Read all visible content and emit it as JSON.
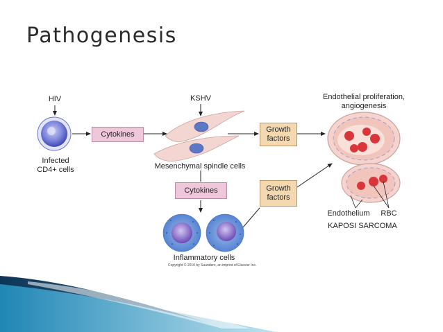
{
  "slide": {
    "title": "Pathogenesis"
  },
  "diagram": {
    "hiv_label": "HIV",
    "kshv_label": "KSHV",
    "infected_cell_label_line1": "Infected",
    "infected_cell_label_line2": "CD4+ cells",
    "cytokines_top": "Cytokines",
    "cytokines_middle": "Cytokines",
    "spindle_label": "Mesenchymal spindle cells",
    "growth_factors_top_line1": "Growth",
    "growth_factors_top_line2": "factors",
    "growth_factors_bottom_line1": "Growth",
    "growth_factors_bottom_line2": "factors",
    "endothelial_label_line1": "Endothelial proliferation,",
    "endothelial_label_line2": "angiogenesis",
    "inflammatory_label": "Inflammatory cells",
    "endothelium_label": "Endothelium",
    "rbc_label": "RBC",
    "kaposi_label": "KAPOSI SARCOMA",
    "copyright": "Copyright © 2010 by Saunders, an imprint of Elsevier Inc."
  },
  "colors": {
    "cytokine_box": "#efc7da",
    "growth_factor_box": "#f4d8b0",
    "cd4_cell": "#5b67c8",
    "rbc": "#d9363b",
    "decor_blue": "#1f86b5"
  }
}
